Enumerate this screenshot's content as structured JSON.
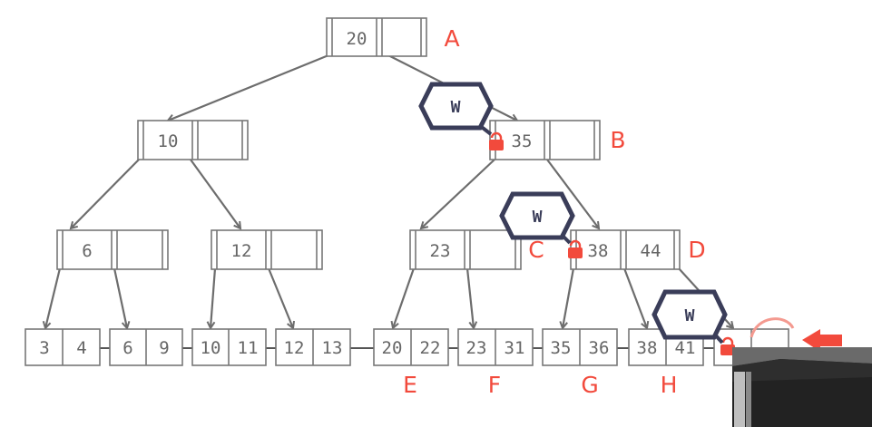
{
  "colors": {
    "accent": "#f24a3c",
    "latch": "#3a3d59",
    "line": "#6d6d6d",
    "box": "#777777",
    "text": "#666666"
  },
  "root": {
    "key": "20",
    "label": "A"
  },
  "level1": [
    {
      "key": "10",
      "label": ""
    },
    {
      "key": "35",
      "label": "B"
    }
  ],
  "level2": [
    {
      "key": "6",
      "key2": "",
      "label": ""
    },
    {
      "key": "12",
      "key2": "",
      "label": ""
    },
    {
      "key": "23",
      "key2": "",
      "label": ""
    },
    {
      "key": "38",
      "key2": "44",
      "label": "D"
    }
  ],
  "label_c": "C",
  "leaves": [
    {
      "k1": "3",
      "k2": "4",
      "label": ""
    },
    {
      "k1": "6",
      "k2": "9",
      "label": ""
    },
    {
      "k1": "10",
      "k2": "11",
      "label": ""
    },
    {
      "k1": "12",
      "k2": "13",
      "label": ""
    },
    {
      "k1": "20",
      "k2": "22",
      "label": "E"
    },
    {
      "k1": "23",
      "k2": "31",
      "label": "F"
    },
    {
      "k1": "35",
      "k2": "36",
      "label": "G"
    },
    {
      "k1": "38",
      "k2": "41",
      "label": "H"
    },
    {
      "k1": "",
      "k2": "",
      "label": ""
    }
  ],
  "latches": [
    {
      "text": "W",
      "icon": "hexagon-latch-icon"
    },
    {
      "text": "W",
      "icon": "hexagon-latch-icon"
    },
    {
      "text": "W",
      "icon": "hexagon-latch-icon"
    }
  ],
  "icons": [
    "lock-icon",
    "arrow-left-icon",
    "curved-arrow-icon",
    "webcam-overlay"
  ]
}
